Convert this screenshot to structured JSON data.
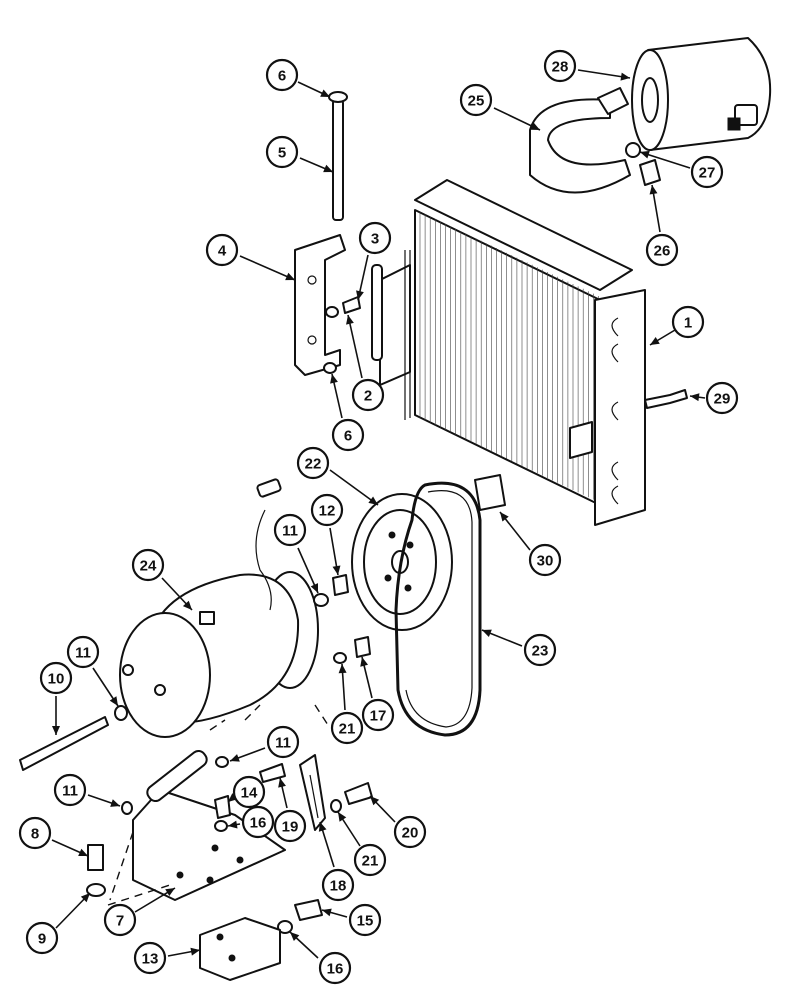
{
  "diagram": {
    "callouts": [
      {
        "id": "c1",
        "label": "1"
      },
      {
        "id": "c2",
        "label": "2"
      },
      {
        "id": "c3",
        "label": "3"
      },
      {
        "id": "c4",
        "label": "4"
      },
      {
        "id": "c5",
        "label": "5"
      },
      {
        "id": "c6a",
        "label": "6"
      },
      {
        "id": "c6b",
        "label": "6"
      },
      {
        "id": "c7",
        "label": "7"
      },
      {
        "id": "c8",
        "label": "8"
      },
      {
        "id": "c9",
        "label": "9"
      },
      {
        "id": "c10",
        "label": "10"
      },
      {
        "id": "c11a",
        "label": "11"
      },
      {
        "id": "c11b",
        "label": "11"
      },
      {
        "id": "c11c",
        "label": "11"
      },
      {
        "id": "c11d",
        "label": "11"
      },
      {
        "id": "c12",
        "label": "12"
      },
      {
        "id": "c13",
        "label": "13"
      },
      {
        "id": "c14",
        "label": "14"
      },
      {
        "id": "c15",
        "label": "15"
      },
      {
        "id": "c16a",
        "label": "16"
      },
      {
        "id": "c16b",
        "label": "16"
      },
      {
        "id": "c17",
        "label": "17"
      },
      {
        "id": "c18",
        "label": "18"
      },
      {
        "id": "c19",
        "label": "19"
      },
      {
        "id": "c20",
        "label": "20"
      },
      {
        "id": "c21a",
        "label": "21"
      },
      {
        "id": "c21b",
        "label": "21"
      },
      {
        "id": "c22",
        "label": "22"
      },
      {
        "id": "c23",
        "label": "23"
      },
      {
        "id": "c24",
        "label": "24"
      },
      {
        "id": "c25",
        "label": "25"
      },
      {
        "id": "c26",
        "label": "26"
      },
      {
        "id": "c27",
        "label": "27"
      },
      {
        "id": "c28",
        "label": "28"
      },
      {
        "id": "c29",
        "label": "29"
      },
      {
        "id": "c30",
        "label": "30"
      }
    ]
  }
}
